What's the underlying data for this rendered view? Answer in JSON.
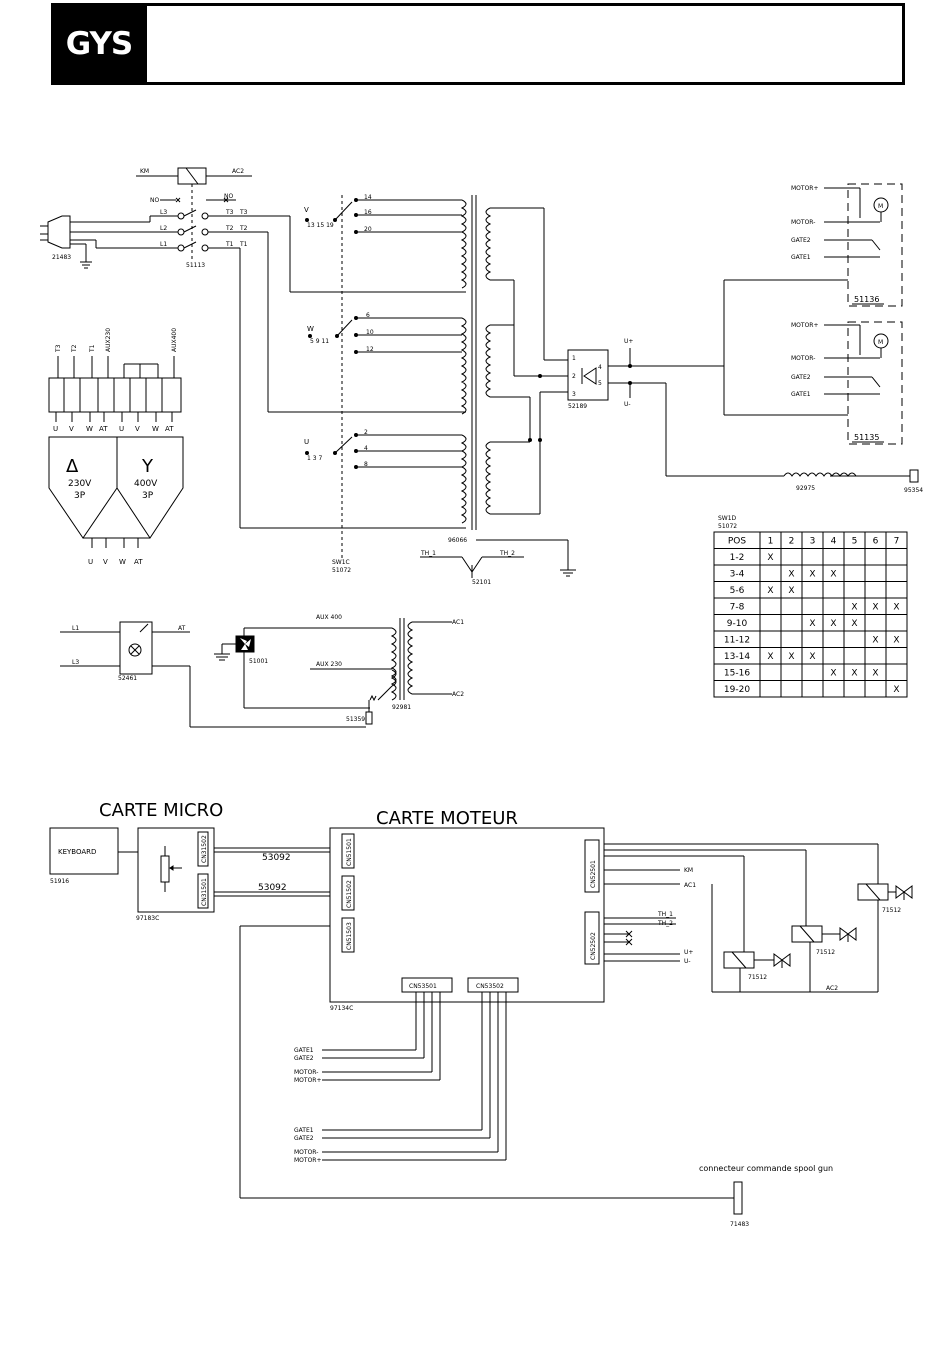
{
  "logo_text": "GYS",
  "power": {
    "km": "KM",
    "ac2": "AC2",
    "no1": "NO",
    "no2": "NO",
    "l3": "L3",
    "l2": "L2",
    "l1": "L1",
    "t3a": "T3",
    "t3b": "T3",
    "t2a": "T2",
    "t2b": "T2",
    "t1a": "T1",
    "t1b": "T1",
    "plug_ref": "21483",
    "contactor_ref": "51113"
  },
  "selector": {
    "v": "V",
    "v_pins": "13 15 19",
    "v_out": [
      "14",
      "16",
      "20"
    ],
    "w": "W",
    "w_pins": "5 9 11",
    "w_out": [
      "6",
      "10",
      "12"
    ],
    "u": "U",
    "u_pins": "1 3 7",
    "u_out": [
      "2",
      "4",
      "8"
    ],
    "sw_label": "SW1C",
    "sw_ref": "51072"
  },
  "transformer_ref": "96066",
  "rectifier": {
    "ref": "52189",
    "pins": [
      "1",
      "2",
      "3",
      "4",
      "5"
    ],
    "uplus": "U+",
    "uminus": "U-"
  },
  "motors": [
    {
      "plus": "MOTOR+",
      "minus": "MOTOR-",
      "gate2": "GATE2",
      "gate1": "GATE1",
      "ref": "51136",
      "m": "M"
    },
    {
      "plus": "MOTOR+",
      "minus": "MOTOR-",
      "gate2": "GATE2",
      "gate1": "GATE1",
      "ref": "51135",
      "m": "M"
    }
  ],
  "inductor_ref": "92975",
  "socket_ref": "95354",
  "thermal": {
    "th1": "TH_1",
    "th2": "TH_2",
    "ref": "52101"
  },
  "terminal": {
    "labels": [
      "T3",
      "T2",
      "T1",
      "AUX230",
      "AUX400"
    ],
    "bottom": [
      "U",
      "V",
      "W",
      "AT",
      "U",
      "V",
      "W",
      "AT"
    ]
  },
  "tri": {
    "a_sym": "Δ",
    "a_v": "230V",
    "a_p": "3P",
    "b_sym": "Y",
    "b_v": "400V",
    "b_p": "3P",
    "bottom": [
      "U",
      "V",
      "W",
      "AT"
    ]
  },
  "switch_table": {
    "title": "SW1D",
    "ref": "51072",
    "header": [
      "POS",
      "1",
      "2",
      "3",
      "4",
      "5",
      "6",
      "7"
    ],
    "rows": [
      [
        "1-2",
        "X",
        "",
        "",
        "",
        "",
        "",
        ""
      ],
      [
        "3-4",
        "",
        "X",
        "X",
        "X",
        "",
        "",
        ""
      ],
      [
        "5-6",
        "X",
        "X",
        "",
        "",
        "",
        "",
        ""
      ],
      [
        "7-8",
        "",
        "",
        "",
        "",
        "X",
        "X",
        "X"
      ],
      [
        "9-10",
        "",
        "",
        "X",
        "X",
        "X",
        "",
        ""
      ],
      [
        "11-12",
        "",
        "",
        "",
        "",
        "",
        "X",
        "X"
      ],
      [
        "13-14",
        "X",
        "X",
        "X",
        "",
        "",
        "",
        ""
      ],
      [
        "15-16",
        "",
        "",
        "",
        "X",
        "X",
        "X",
        ""
      ],
      [
        "19-20",
        "",
        "",
        "",
        "",
        "",
        "",
        "X"
      ]
    ]
  },
  "aux": {
    "l1": "L1",
    "l3": "L3",
    "at": "AT",
    "switch_ref": "52461",
    "fan_ref": "51001",
    "aux400": "AUX 400",
    "aux230": "AUX 230",
    "ac1": "AC1",
    "ac2": "AC2",
    "trafo_ref": "92981",
    "fuse_ref": "51359"
  },
  "bottom": {
    "carte_micro": "CARTE MICRO",
    "carte_moteur": "CARTE MOTEUR",
    "keyboard": "KEYBOARD",
    "keyboard_ref": "51916",
    "micro_ref": "97183C",
    "cn31502": "CN31502",
    "cn31501": "CN31501",
    "cable1": "53092",
    "cable2": "53092",
    "cn51501": "CN51501",
    "cn51502": "CN51502",
    "cn51503": "CN51503",
    "cn52501": "CN52501",
    "cn52502": "CN52502",
    "cn53501": "CN53501",
    "cn53502": "CN53502",
    "moteur_ref": "97134C",
    "km": "KM",
    "ac1": "AC1",
    "th1": "TH_1",
    "th2": "TH_2",
    "uplus": "U+",
    "uminus": "U-",
    "valve_refs": [
      "71512",
      "71512",
      "71512"
    ],
    "ac2": "AC2",
    "group1": [
      "GATE1",
      "GATE2",
      "MOTOR-",
      "MOTOR+"
    ],
    "group2": [
      "GATE1",
      "GATE2",
      "MOTOR-",
      "MOTOR+"
    ],
    "spool_label": "connecteur commande spool gun",
    "spool_ref": "71483"
  }
}
